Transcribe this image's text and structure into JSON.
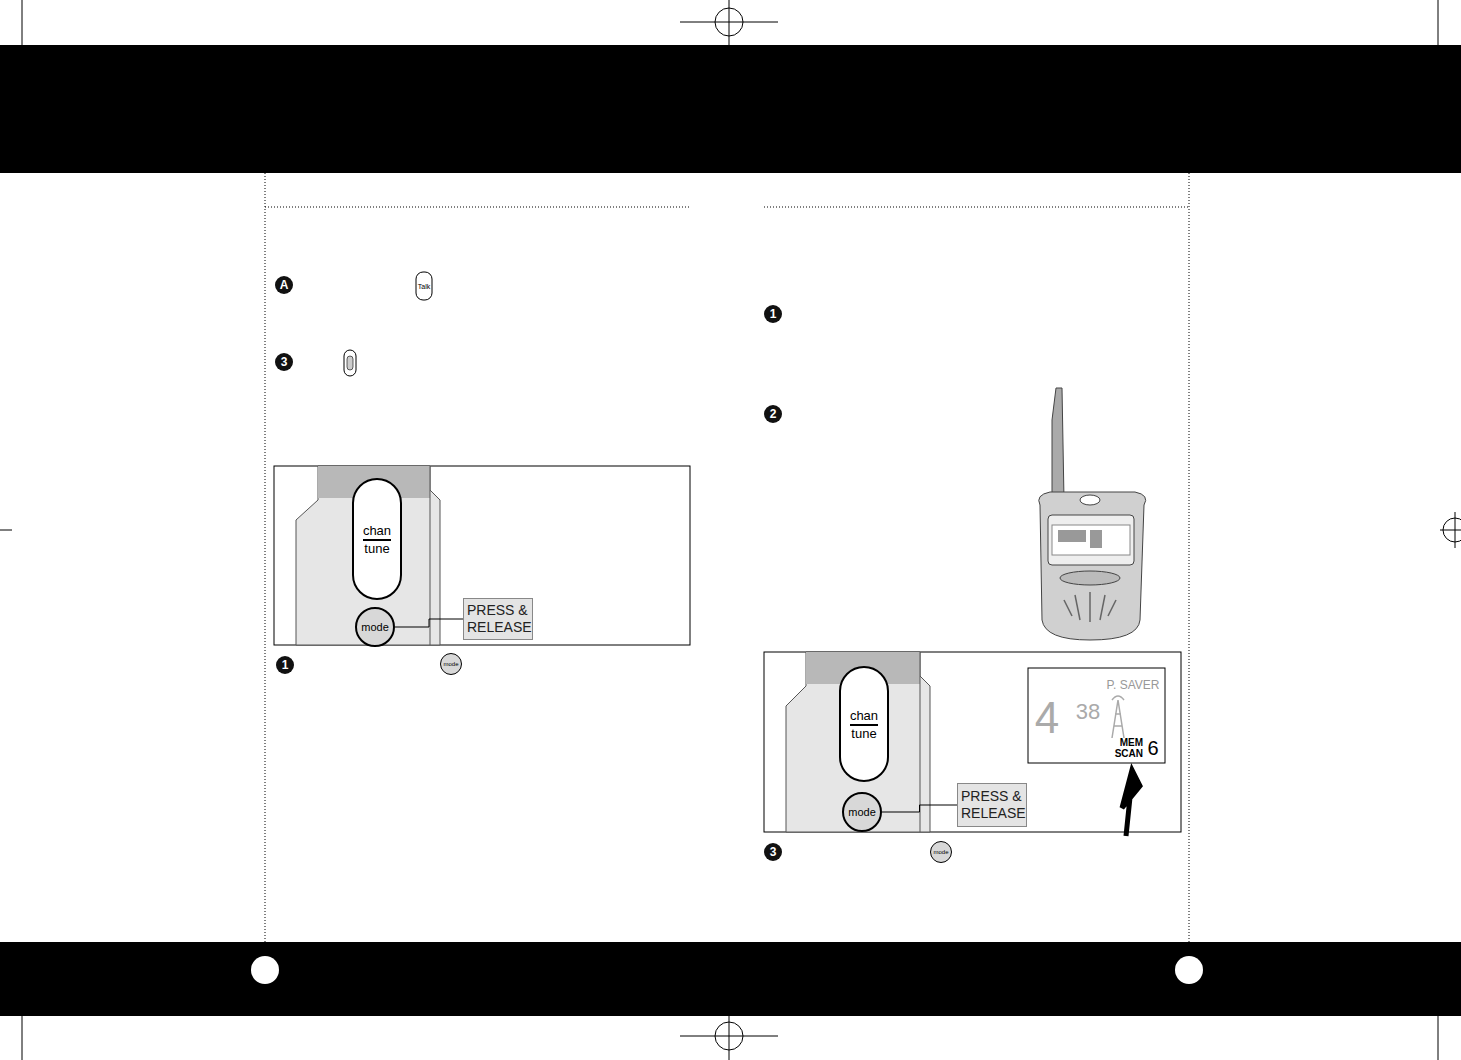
{
  "diagram": {
    "nodes": [
      {
        "text": [
          "chan",
          "tune"
        ]
      },
      {
        "text": [
          "mode"
        ]
      },
      {
        "text": [
          "PRESS & RELEASE"
        ]
      },
      {
        "text": [
          "chan",
          "tune"
        ]
      },
      {
        "text": [
          "mode"
        ]
      },
      {
        "text": [
          "PRESS & RELEASE"
        ]
      }
    ],
    "edges": [
      {
        "from": 1,
        "to": 2,
        "arrow": "none"
      },
      {
        "from": 4,
        "to": 5,
        "arrow": "none"
      }
    ],
    "labels": [
      "A",
      "Talk",
      "3",
      "1",
      "mode",
      "1",
      "2",
      "P. SAVER",
      "4",
      "38",
      "MEM SCAN",
      "6",
      "3",
      "mode"
    ]
  }
}
